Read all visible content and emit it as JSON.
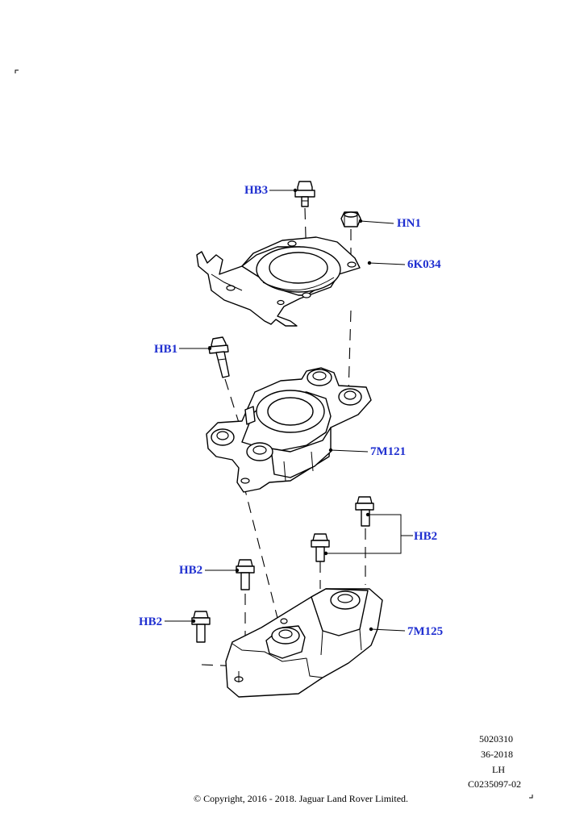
{
  "callouts": {
    "hb3": "HB3",
    "hn1": "HN1",
    "p6k034": "6K034",
    "hb1": "HB1",
    "p7m121": "7M121",
    "hb2_right": "HB2",
    "hb2_mid": "HB2",
    "hb2_left": "HB2",
    "p7m125": "7M125"
  },
  "meta": {
    "ref_number": "5020310",
    "date_code": "36-2018",
    "side": "LH",
    "illustration_id": "C0235097-02"
  },
  "copyright": "© Copyright, 2016 - 2018. Jaguar Land Rover Limited.",
  "colors": {
    "callout": "#1f2fd0",
    "line": "#000000"
  }
}
